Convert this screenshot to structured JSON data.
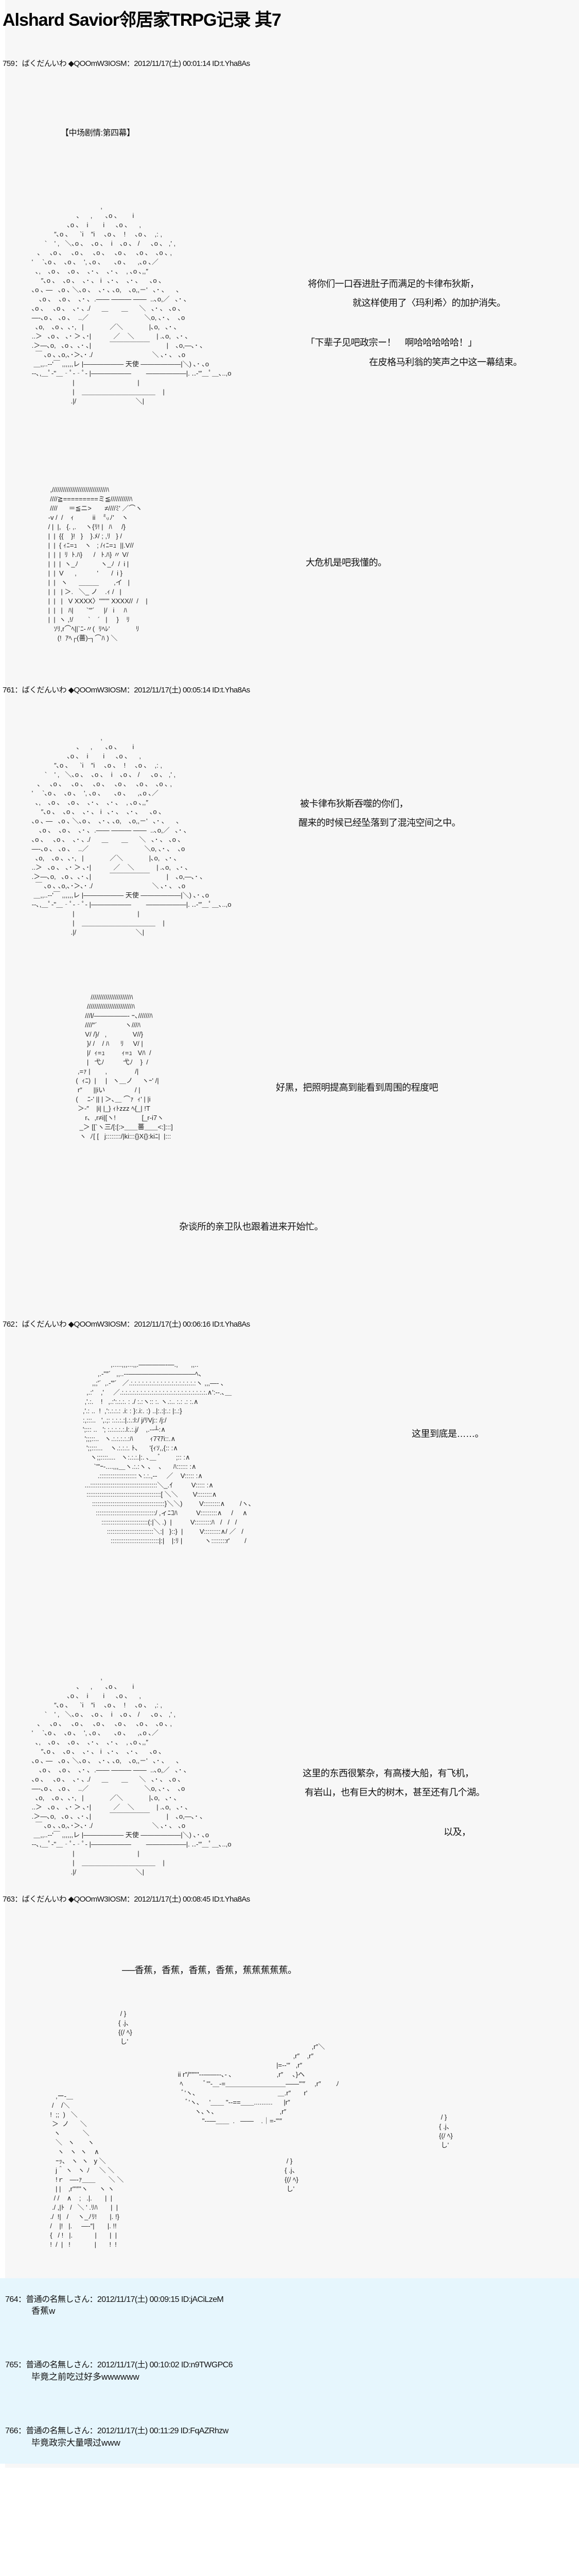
{
  "title": "Alshard Savior邻居家TRPG记录 其7",
  "posts": [
    {
      "header": "759：ばくだんいわ ◆QOOmW3IOSM：2012/11/17(土) 00:01:14 ID:t.Yha8As",
      "scene": "【中场剧情:第四幕】",
      "lines": [
        "将你们一口吞进肚子而满足的卡律布狄斯，",
        "就这样使用了〈玛利希〉的加护消失。",
        "「下辈子见吧政宗ー！　啊哈哈哈哈哈！」",
        "在皮格马利翁的笑声之中这一幕结束。",
        "大危机是吧我懂的。"
      ]
    },
    {
      "header": "761：ばくだんいわ ◆QOOmW3IOSM：2012/11/17(土) 00:05:14 ID:t.Yha8As",
      "lines": [
        "被卡律布狄斯吞噬的你们，",
        "醒来的时候已经坠落到了混沌空间之中。",
        "好黑，把照明提高到能看到周围的程度吧",
        "杂谈所的亲卫队也跟着进来开始忙。"
      ]
    },
    {
      "header": "762：ばくだんいわ ◆QOOmW3IOSM：2012/11/17(土) 00:06:16 ID:t.Yha8As",
      "lines": [
        "这里到底是……。",
        "这里的东西很繁杂，有高楼大船，有飞机，",
        "有岩山，也有巨大的树木，甚至还有几个湖。",
        "以及，"
      ]
    },
    {
      "header": "763：ばくだんいわ ◆QOOmW3IOSM：2012/11/17(土) 00:08:45 ID:t.Yha8As",
      "lines": [
        "──香蕉，香蕉，香蕉，香蕉，蕉蕉蕉蕉蕉。"
      ]
    }
  ],
  "comments": [
    {
      "header": "764：普通の名無しさん：2012/11/17(土) 00:09:15 ID:jACiLzeM",
      "body": "香蕉w"
    },
    {
      "header": "765：普通の名無しさん：2012/11/17(土) 00:10:02 ID:n9TWGPC6",
      "body": "毕竟之前吃过好多wwwwww"
    },
    {
      "header": "766：普通の名無しさん：2012/11/17(土) 00:11:29 ID:FqAZRhzw",
      "body": "毕竟政宗大量喂过www"
    }
  ],
  "aa": {
    "cabinet": "                                      ,\n                         、    ,       ､o ､        i\n                    ､o ､    i        i      ､o ､      ,\n             ″､o ､      `i    ″i     ､o ､    !     ､o ､    ,: ,\n        `    ' ,   ＼､o ､    ､o ､    i    ､o ､   /      ､o ､   ,' ,\n    ､     ､o ､     ､o ､     ､o ､     ､o ､     ､o ､    ､o ､ ,\n '     `､o ､    ､o ､    ', ､o ､       ､o ､      ,､o ､／\n   ､,    ､o ､    ､o ､    ､･ ､    ､･ ､    , ､o ､,,″\n      ″､o ､    ､o ､    ､･ ､   i   ､･ ､    ､･ ､      ､o ､\n ､o ､ ―   ､o ､ ＼､o ､    ､･ ､ ､o,    ､o,,－'   ､･ ､      ､\n     ､o ､    ､o ､    ､･ ､  .―― ――― ――  ..､o,／   ､･ ､\n ､o ､     ､o ､    ､･ ､ ./      ＿       ＿      ＼   ､･ ､   ､o ､\n ―-､o ､   ､o ､    ..／                              ＼o, ､･ ､    ､o\n   ､o,    ､o ､  ､･,   |              ／＼              |､o,   ､･ ､\n ..＞   ､o ､   ､･ ＞ ､･|            ／    ＼            | .､o,   ､･ ､\n .＞―､o,   ､o ､  ､･ ､|          ￣￣￣￣￣￣         |    ､o,―､･ ､\n   ￣ ､o ､ ､o,､･＞､･ ./                                ＼ ､･ ､   ､o\n  ＿,,..-‐'￣ ,,,,,,レ |―――――― 天使 ――――――|＼) ､･ ､o\n ‐‐､,＿ﾟ‐''＿‐ﾟ‐‐ﾟ‐ |――――――        ――――――|. ‥‐'″＿ﾟ＿､..,o\n                       |                                  |\n                       |    ＿＿＿＿＿＿＿＿＿＿＿    |\n                      .|/                                ＼|",
    "hair_girl": "  ,/////////////////////////////ﾊ\n  ////≧=========ミ≦//////////ﾊ\n  ////      ＝≦ニ>       ≠////ﾐ' ／⌒ヽ\n -v /  /    ｨ          ii    ㍉ﾉ'    ヽ\n / |  |,   {. ,.     ヽ{ﾘ! |   ﾊ     /}\n |  |  {{    }!   }    }.ﾒ/ ; ,ﾘ   } /\n |  |  { ｨﾆ=ｭ    ヽ   ; /ｨﾆ=ｭ  ||.V//\n |  |  |  ﾘ  ﾄ.ﾊ}      /   ﾄ.ﾊ} 〃 V/\n |  |  |  ヽ_ﾉ            ヽ_ﾉ  /  i |\n |  |  V      ,           '       /  i }\n |  |   ヽ      ＿＿＿        ,イ   |\n |  |   | ＞.   ＼_ ノ    .ｨ /   |\n |  |   |   V XXXX〉'''''''' XXXX//  /    |\n |  |   |   ﾊ|       `'″´     |/   i     ﾊ\n |  |  ヽ ,!/        `    ´   |     }    ﾘ\n    ｿﾘ,r⌒ﾍ||`ﾆ-〃(  ﾘﾍﾚ'              ﾘ\n      (!  ｱﾍ┌(薔)-┐⌒ﾊ ) ＼",
    "dark_girl": "          /////////////////////ﾊ\n        ////////////////////////ﾊ\n       ///l/―――――‐ ｰ､//////ﾊ\n       ////″´               ヽ///ﾊ\n       V/ /}/   ,              V//}\n        }/ /    / ﾊ      ﾘ     V/ |\n        |/  ｨ=ｭ         ｨ=ｭ   Vﾊ  /\n        |   弋ﾉ          弋ﾉ    }  /\n   ,=ｧ |        ,               /|\n  (  ｨﾆ)  |     |   ヽ＿ノ     ヽｰ' /|\n   r″      ||iい                / |\n  (     ﾆ-' || | ＞､＿ ⌒ｧ  ｨ' | |i\n   ＞-″    |i| |_} ｨﾄzzz ﾍ{_| !T\n       r､  ,r≠i|[ヽ!              [_r-i7ヽ\n    _＞ [[`ヽ三/[:[:>＿＿薔＿＿<:]:::]\n    ヽ  ﾉ[ [   j::::::::/|ki:::{}X{}:kiﾆ|  |:::",
    "winged": "                  ,.....,,,...,,.――――‐―.,       ,,..\n           ,.-''″´   ,,..-‐――――――――――ﾍ、\n        ,,;'´  ,.-'″´   ／.:.:.:.:.:.:.:.:.:.:.:.:.:.:.:.:.:.:ヽ ,,,―‐ ､\n     ,.:'    ,'     ／.:.:.:.:.:.:.:.:.:.:.:.:.:.:.:.:.:.:.:.:.:.:.:.∧':‐-.､＿\n    ,'.:.    !   ,.:':.:.:. : ./ :.:ヽ:: :. ヽ.:.. :.: .: :.∧\n   ,'.: ..  !  ,':.:.:.: .i: : }:.i:. :) ..|:.:|:.: |:.:}\n   :,:::..   ',.;: :.:.:.:|.:.:l:/ j/ﾘVj:: /j:/\n   ';::: ..   '; :.:.:.:.:.l:.:.j/    ,.-‐┴:∧\n    ';;;::..   ヽ.:.:.:.:.:ﾊ         ｨ7ﾏｱi::.∧\n     ';;:::...    ヽ.:.:.:. ﾄ､      '{ｨｿ,,{:: :∧\n       ヽ;;::::....   ヽ:.:.:.|:. ､＿ ﾞ        ;:: :∧\n         `'''ｰ-....,,,＿ヽ.:.:ヽ ､    ､      ﾊ:::::: :∧\n           .::::::::::::::::::::ヽ:.:.,-‐     ／    V::::: :∧\n    ...::::::::::::::::::::::::::::::::::::＼_.ｲ          V::::: :∧\n     ::::::::::::::::::::::::::::::::::::::::[ ＼＼        V::::::::∧\n        :::::::::::::::::::::::::::::::::::::::}＼＼)         V:::::::::∧        /ヽ､\n          ::::::::::::::::::::::::::::::::/ ,ィﾆｺﾊ          V:::::::::∧     /     ∧\n             :::::::::::::::::::::::::(:|＼ .)  |          V:::::::::ﾊ   /   /   /\n                :::::::::::::::::::::::::＼:|   }::}  |         V:::::::::∧/ ／   /\n                  ::::::::::::::::::::::::::|:|    |:ﾘ |            ヽ::::::::r'        /",
    "small_banana": " / }\n{ .j、\n{(/ ﾍ}\n し'",
    "banana_bunch": "                                                                         ,r″＼\n                                                               ,r″    ,r″\n                                                      |=-‐'″   ,r″\n ii r″/″″''''‐‐――‐‐､‐ ､                        ,r″     ､}ヘ\n  ﾍ           ﾞ'''‐＿‐=＿＿＿＿＿＿＿＿＿――'''″     ,r″        ﾉ\n   ﾞ'ヽ､                                            ＿.r″       r'\n     ﾞ'ヽ､     '＿＿ ''‐‐==＿＿..........      |r″\n          ヽ､ヽ､                                   ,r″\n              ''‐‐―＿＿  .   ――    .｜=-'''″",
    "banana_girl": "     ,ー-＿\n   /    /＼\n  !  ;;  )   ＼\n   ＞  ノ      ＼\n    ヽ            ＼\n     ＼   ヽ       ヽ\n      ヽ   ヽ  ヽ    ∧\n     ｰｯ､   ヽ  ヽ   y ＼\n     j＾ ヽ   ヽ ﾉ     ＼ ＼\n     !ｒ   ―‐ｧ＿＿       ＼ ＼\n     | |    ,r'''″''ヽ      ヽ ヽ\n    / /    ∧    ;   .|.       |  |\n   ./ ,|ﾄ   /   ＼ ' .ﾘﾊ       |  |\n  ./  !|   /     ヽ_ﾉﾘ!       |. !}\n  /    |!   |.     ―‐″|       |. !!\n  {   / !   |.            |       |  |\n  !  /  |   !             |       !  !"
  },
  "colors": {
    "page_bg": "#f7f7f7",
    "comment_bg": "#e6f6fd"
  }
}
